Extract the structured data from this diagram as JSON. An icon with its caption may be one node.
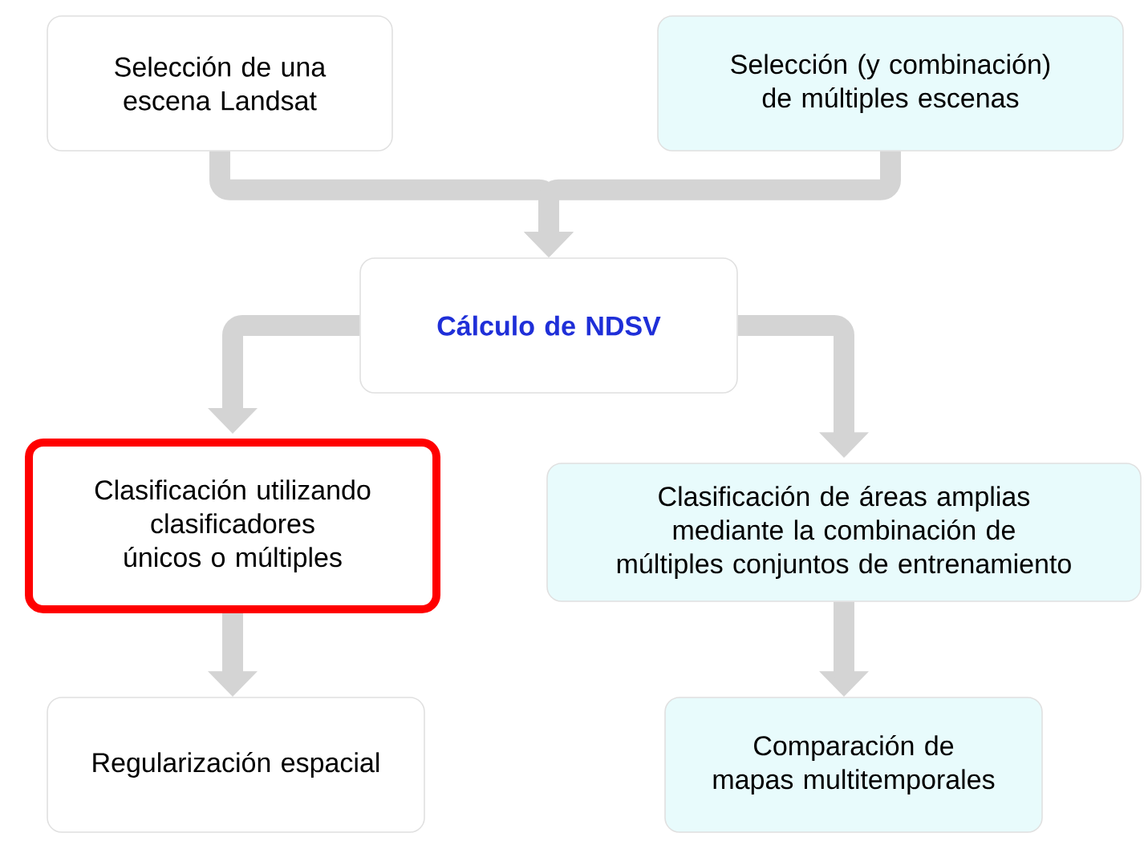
{
  "diagram": {
    "nodes": [
      {
        "text": [
          "Selección de una escena Landsat"
        ]
      },
      {
        "text": [
          "Selección (y combinación) de múltiples escenas"
        ]
      },
      {
        "text": [
          "Cálculo de NDSV"
        ]
      },
      {
        "text": [
          "Clasificación utilizando clasificadores únicos o múltiples"
        ]
      },
      {
        "text": [
          "Clasificación de áreas amplias mediante la combinación de múltiples conjuntos de entrenamiento"
        ]
      },
      {
        "text": [
          "Regularización espacial"
        ]
      },
      {
        "text": [
          "Comparación de mapas multitemporales"
        ]
      }
    ],
    "edges": [
      {
        "from": 0,
        "to": 2,
        "arrow": "to"
      },
      {
        "from": 1,
        "to": 2,
        "arrow": "to"
      },
      {
        "from": 2,
        "to": 3,
        "arrow": "to"
      },
      {
        "from": 2,
        "to": 4,
        "arrow": "to"
      },
      {
        "from": 3,
        "to": 5,
        "arrow": "to"
      },
      {
        "from": 4,
        "to": 6,
        "arrow": "to"
      }
    ]
  }
}
